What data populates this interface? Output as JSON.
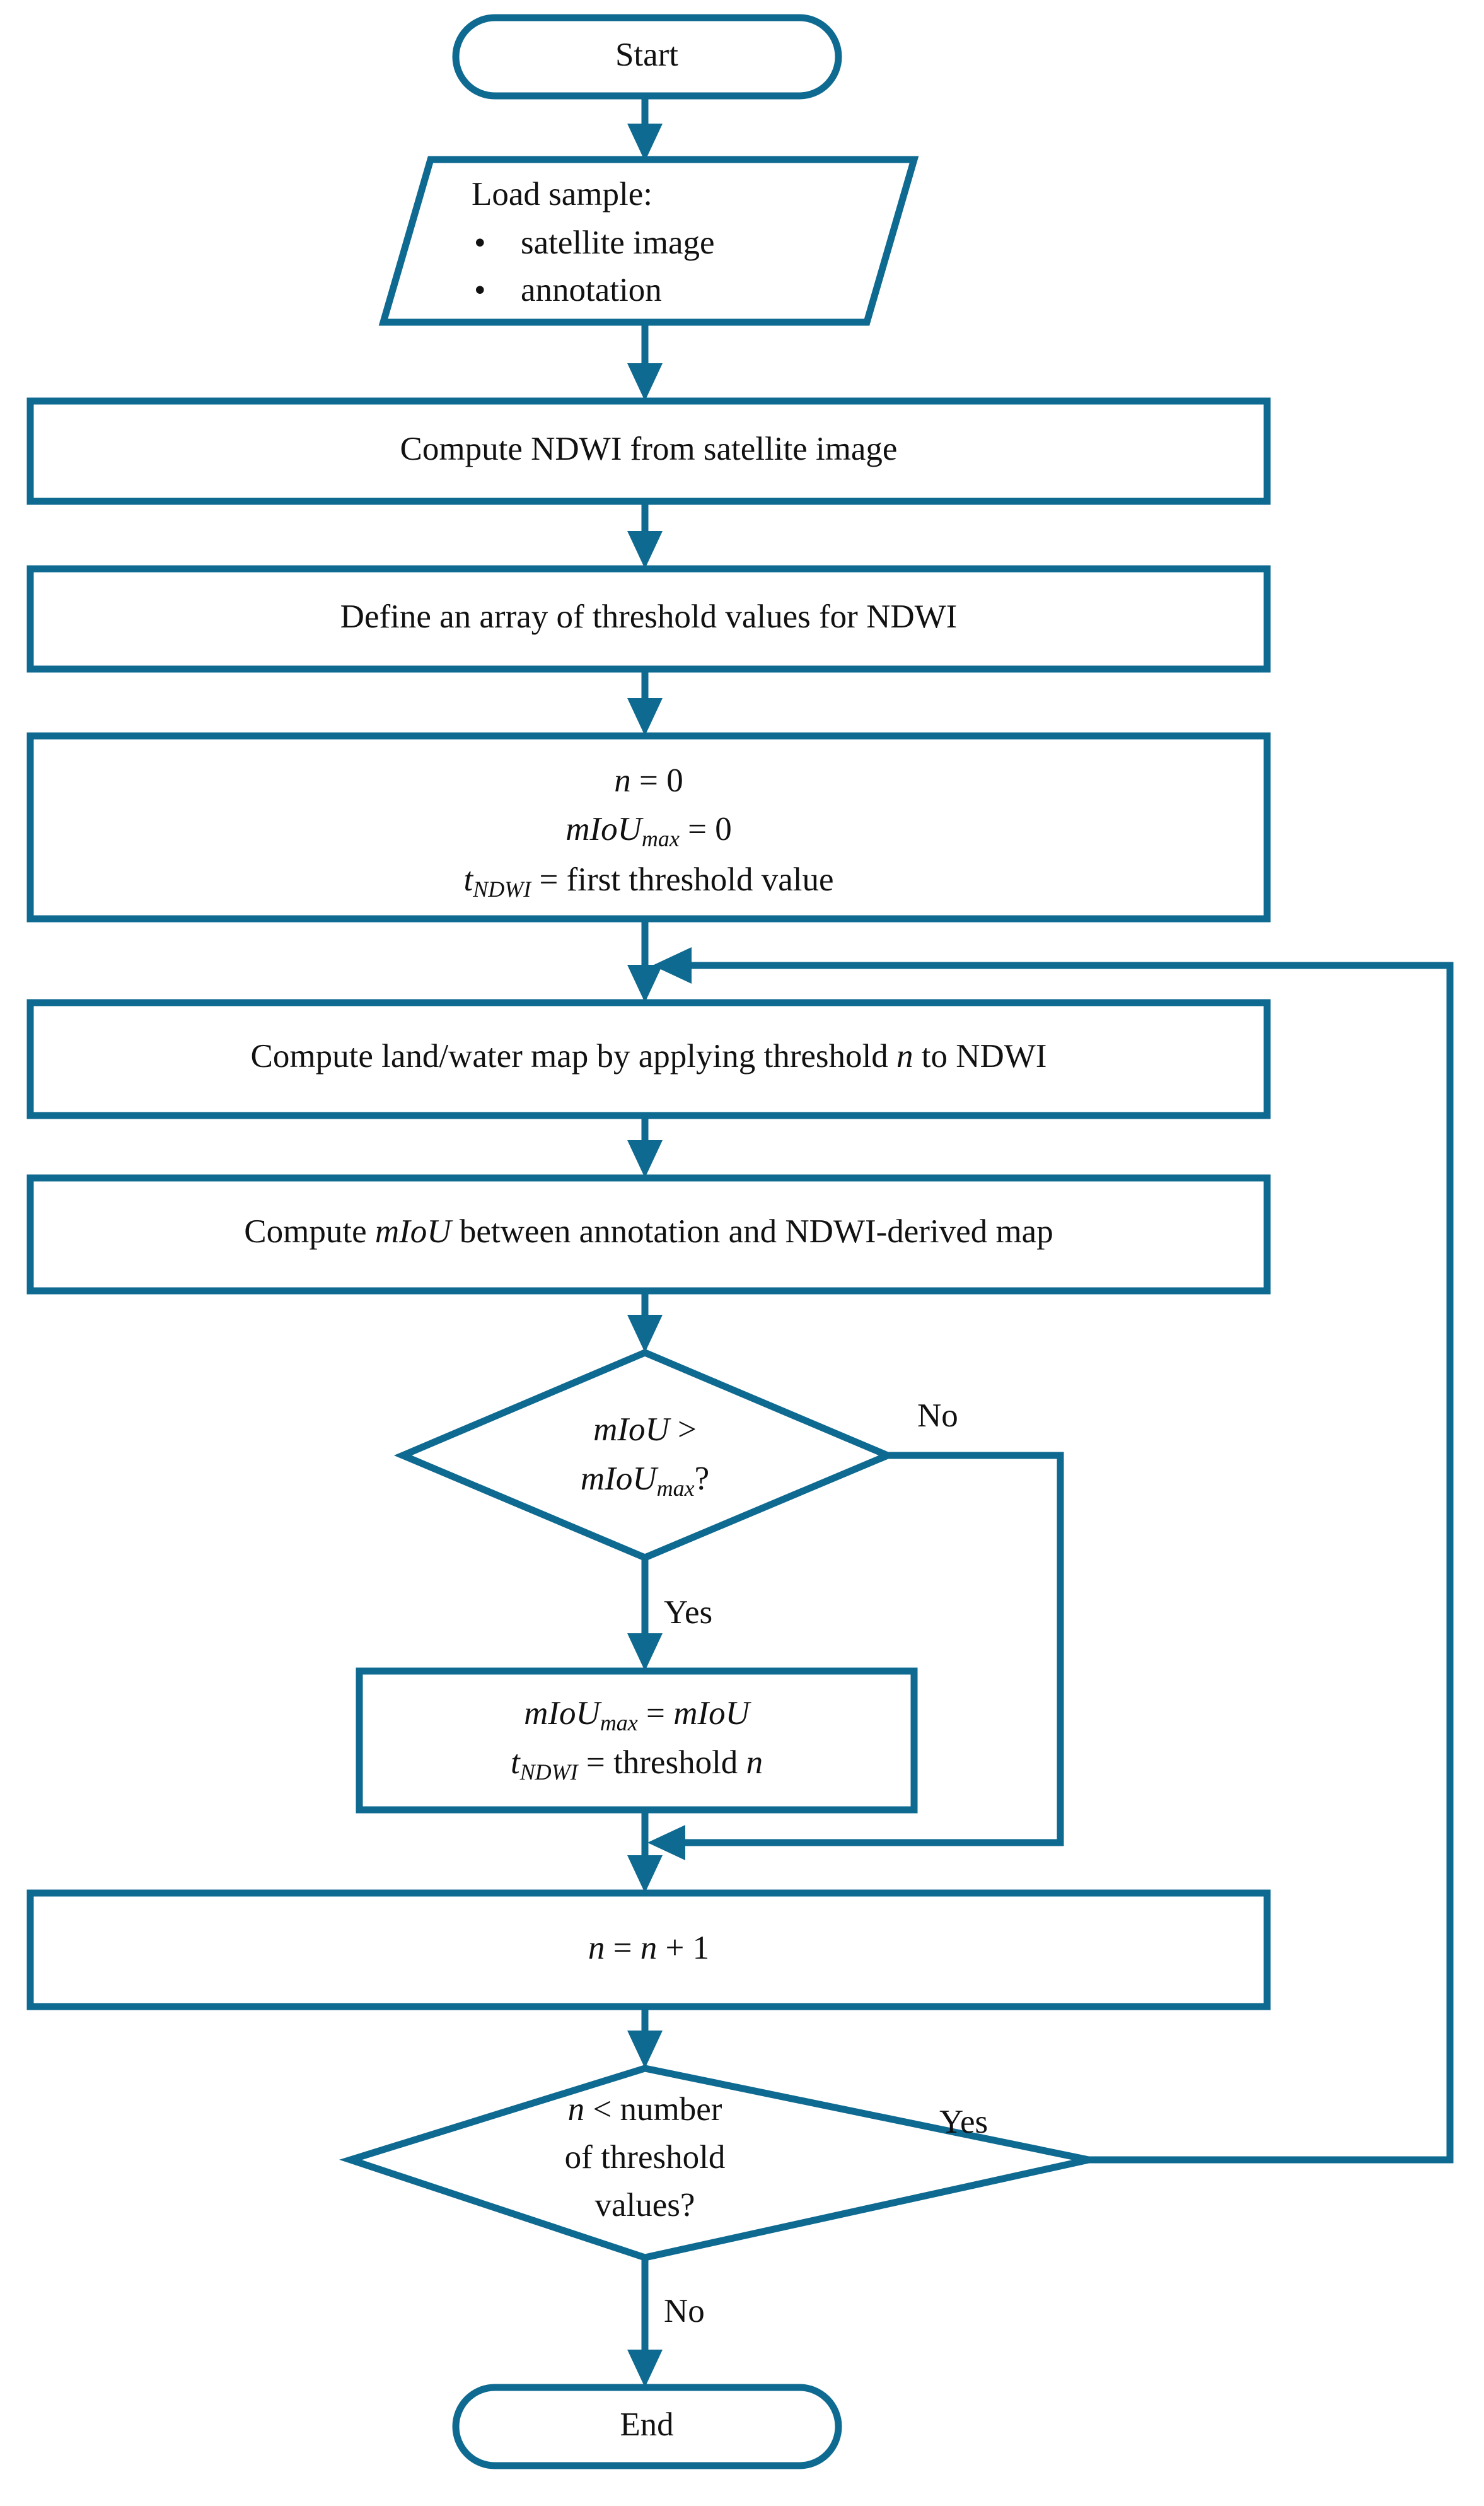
{
  "diagram": {
    "type": "flowchart",
    "title": "NDWI threshold optimization flowchart",
    "accent_color": "#0E6A90",
    "background_color": "#FFFFFF",
    "text_color": "#111111"
  },
  "nodes": {
    "start": {
      "shape": "terminator",
      "label": "Start"
    },
    "load_sample": {
      "shape": "parallelogram-io",
      "title": "Load sample:",
      "bullets": [
        "satellite image",
        "annotation"
      ],
      "bullet_glyph": "•"
    },
    "compute_ndwi": {
      "shape": "process",
      "label": "Compute NDWI from satellite image"
    },
    "define_thresholds": {
      "shape": "process",
      "label": "Define an array of threshold values for NDWI"
    },
    "init": {
      "shape": "process",
      "lines": [
        {
          "lhs": "n",
          "lhs_sub": "",
          "op": "=",
          "rhs": "0",
          "rhs_italic": false
        },
        {
          "lhs": "mIoU",
          "lhs_sub": "max",
          "op": "=",
          "rhs": "0",
          "rhs_italic": false
        },
        {
          "lhs": "t",
          "lhs_sub": "NDWI",
          "op": "=",
          "rhs": "first threshold value",
          "rhs_italic": false
        }
      ]
    },
    "apply_threshold": {
      "shape": "process",
      "prefix": "Compute land/water map by applying threshold ",
      "var": "n",
      "suffix": " to NDWI"
    },
    "compute_miou": {
      "shape": "process",
      "prefix": "Compute ",
      "var": "mIoU",
      "suffix": " between annotation and NDWI-derived map"
    },
    "decision_better": {
      "shape": "decision",
      "line1_lhs": "mIoU",
      "line1_op": " >",
      "line2_lhs": "mIoU",
      "line2_sub": "max",
      "line2_tail": "?"
    },
    "update_best": {
      "shape": "process",
      "lines": [
        {
          "lhs": "mIoU",
          "lhs_sub": "max",
          "op": "=",
          "rhs": "mIoU",
          "rhs_italic": true
        },
        {
          "lhs": "t",
          "lhs_sub": "NDWI",
          "op": "=",
          "rhs": "threshold",
          "rhs_italic": false,
          "rhs_var": "n"
        }
      ]
    },
    "increment": {
      "shape": "process",
      "expr_lhs": "n",
      "expr_op": "=",
      "expr_rhs_var": "n",
      "expr_rhs_rest": "+ 1"
    },
    "decision_loop": {
      "shape": "decision",
      "line1_var": "n",
      "line1_rest": " < number",
      "line2": "of threshold",
      "line3": "values?"
    },
    "end": {
      "shape": "terminator",
      "label": "End"
    }
  },
  "edge_labels": {
    "better_no": "No",
    "better_yes": "Yes",
    "loop_yes": "Yes",
    "loop_no": "No"
  }
}
